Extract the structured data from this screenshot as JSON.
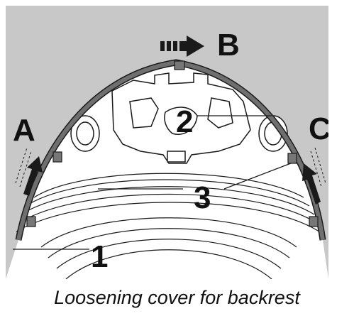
{
  "figure": {
    "callouts": {
      "part_1": "1",
      "part_2": "2",
      "part_3": "3",
      "direction_a": "A",
      "direction_b": "B",
      "direction_c": "C"
    }
  },
  "caption": "Loosening cover for backrest",
  "colors": {
    "background_gray": "#c8c8c8",
    "cover_band": "#6f6f6f",
    "line_art": "#1a1a1a",
    "paper_white": "#ffffff"
  }
}
